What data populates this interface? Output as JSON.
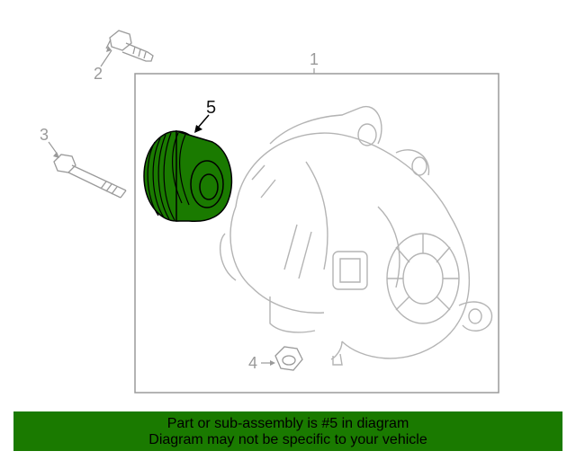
{
  "callouts": {
    "c1": "1",
    "c2": "2",
    "c3": "3",
    "c4": "4",
    "c5": "5"
  },
  "banner": {
    "line1": "Part or sub-assembly is #5 in diagram",
    "line2": "Diagram may not be specific to your vehicle"
  },
  "colors": {
    "highlight": "#1a7a00",
    "banner_bg": "#1a7a00",
    "line_gray": "#9a9a9a"
  }
}
